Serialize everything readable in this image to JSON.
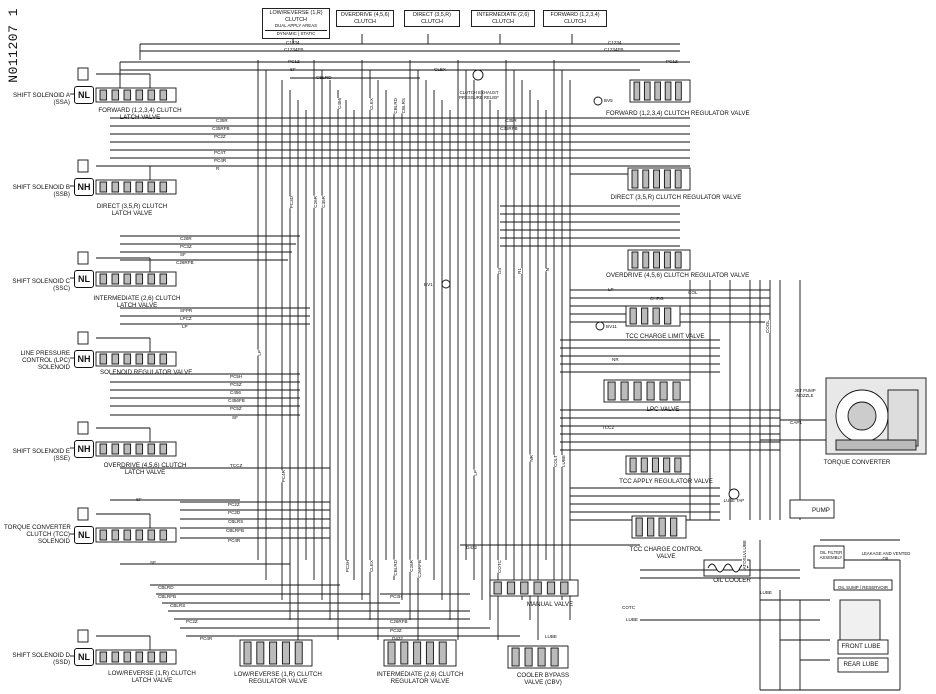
{
  "figure_id": "N011207 1",
  "top_boxes": [
    {
      "line1": "LOW/REVERSE (1,R)",
      "line2": "CLUTCH",
      "line3": "DUAL APPLY AREAS",
      "dyn": "DYNAMIC",
      "stat": "STATIC"
    },
    {
      "line1": "OVERDRIVE (4,5,6)",
      "line2": "CLUTCH"
    },
    {
      "line1": "DIRECT (3,5,R)",
      "line2": "CLUTCH"
    },
    {
      "line1": "INTERMEDIATE (2,6)",
      "line2": "CLUTCH"
    },
    {
      "line1": "FORWARD (1,2,3,4)",
      "line2": "CLUTCH"
    }
  ],
  "solenoids": [
    {
      "name": "SHIFT SOLENOID A",
      "abbr": "(SSA)",
      "type": "NL",
      "valve_label": "FORWARD (1,2,3,4) CLUTCH",
      "valve_label2": "LATCH VALVE"
    },
    {
      "name": "SHIFT SOLENOID B",
      "abbr": "(SSB)",
      "type": "NH",
      "valve_label": "DIRECT (3,5,R) CLUTCH",
      "valve_label2": "LATCH VALVE"
    },
    {
      "name": "SHIFT SOLENOID C",
      "abbr": "(SSC)",
      "type": "NL",
      "valve_label": "INTERMEDIATE (2,6) CLUTCH",
      "valve_label2": "LATCH VALVE"
    },
    {
      "name": "LINE PRESSURE",
      "abbr": "CONTROL (LPC)",
      "abbr2": "SOLENOID",
      "type": "NH",
      "valve_label": "SOLENOID REGULATOR VALVE",
      "valve_label2": ""
    },
    {
      "name": "SHIFT SOLENOID E",
      "abbr": "(SSE)",
      "type": "NH",
      "valve_label": "OVERDRIVE (4,5,6) CLUTCH",
      "valve_label2": "LATCH VALVE"
    },
    {
      "name": "TORQUE CONVERTER",
      "abbr": "CLUTCH (TCC)",
      "abbr2": "SOLENOID",
      "type": "NL",
      "valve_label": "",
      "valve_label2": ""
    },
    {
      "name": "SHIFT SOLENOID D",
      "abbr": "(SSD)",
      "type": "NL",
      "valve_label": "LOW/REVERSE (1,R) CLUTCH",
      "valve_label2": "LATCH VALVE"
    }
  ],
  "right_valves": [
    {
      "l1": "FORWARD (1,2,3,4) CLUTCH REGULATOR VALVE",
      "l2": ""
    },
    {
      "l1": "DIRECT (3,5,R) CLUTCH REGULATOR VALVE",
      "l2": ""
    },
    {
      "l1": "OVERDRIVE (4,5,6) CLUTCH REGULATOR VALVE",
      "l2": ""
    },
    {
      "l1": "TCC CHARGE LIMIT VALVE",
      "l2": ""
    },
    {
      "l1": "LPC VALVE",
      "l2": ""
    },
    {
      "l1": "TCC APPLY REGULATOR VALVE",
      "l2": ""
    },
    {
      "l1": "TCC CHARGE CONTROL",
      "l2": "VALVE"
    }
  ],
  "bottom_valves": [
    {
      "l1": "LOW/REVERSE (1,R) CLUTCH",
      "l2": "REGULATOR VALVE"
    },
    {
      "l1": "INTERMEDIATE (2,6) CLUTCH",
      "l2": "REGULATOR VALVE"
    },
    {
      "l1": "COOLER BYPASS",
      "l2": "VALVE (CBV)"
    },
    {
      "l1": "MANUAL VALVE",
      "l2": ""
    }
  ],
  "components": {
    "torque_converter": "TORQUE CONVERTER",
    "oil_cooler": "OIL COOLER",
    "pump": "PUMP",
    "front_lube": "FRONT LUBE",
    "rear_lube": "REAR LUBE",
    "oil_filter": "OIL FILTER ASSEMBLY",
    "sump": "OIL SUMP / RESERVOIR",
    "leakage": "LEAKAGE AND VENTED OIL",
    "exhaust_relief": "CLUTCH EXHAUST PRESSURE RELIEF",
    "jet_pump": "JET PUMP NOZZLE",
    "lube_tap": "LUBE TAP"
  },
  "checkballs": [
    "BV5",
    "BV1",
    "BV11"
  ],
  "signals": {
    "top_h": [
      "C1234",
      "C1234FB",
      "PC1Z",
      "SF",
      "CBLRD",
      "CLEX"
    ],
    "mid_h": [
      "C35R",
      "C35RFB",
      "PC2Z",
      "PC4T",
      "PC4R",
      "R"
    ],
    "ssc_h": [
      "C26R",
      "PC3Z",
      "SF",
      "C26RFB"
    ],
    "lpc_h": [
      "SFPR",
      "LPCZ",
      "LP"
    ],
    "sse_h": [
      "PC5H",
      "PC5Z",
      "C456",
      "C456FB",
      "PC5Z",
      "SF"
    ],
    "tcc_h": [
      "TCCZ",
      "SF"
    ],
    "ssd_h": [
      "PC2Z",
      "PC2D",
      "CBLRS",
      "CBLRFB",
      "PC4R",
      "SF"
    ],
    "vert": [
      "C456",
      "CLEX",
      "CBLRD",
      "CBLRS",
      "PC3D",
      "C26R",
      "C35R",
      "LP",
      "D4",
      "R1",
      "N",
      "PC4R",
      "PC3H",
      "CLEX",
      "CBLRD",
      "C26R",
      "C26RFB",
      "LP",
      "COLT",
      "LUBE",
      "NR",
      "COOL",
      "COTC"
    ],
    "bottom_h": [
      "CBLRD",
      "CBLRFB",
      "CBLRS",
      "PC2Z",
      "PC4R",
      "PC3H",
      "PC3Z",
      "C26RFB",
      "D432",
      "LUBE",
      "COTC",
      "LUBE"
    ],
    "right_h": [
      "LP",
      "CHRG",
      "COL",
      "NR",
      "TCCZ",
      "D432",
      "ATOSLVLUBE",
      "LUBE",
      "CAP1",
      "PUMP"
    ]
  }
}
